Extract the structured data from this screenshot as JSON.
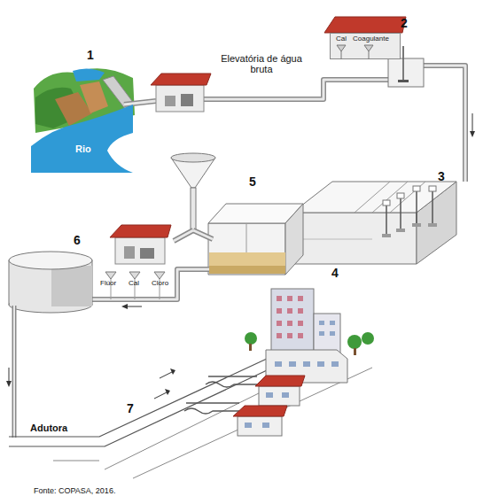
{
  "diagram": {
    "caption": "Fonte: COPASA, 2016.",
    "nodes": [
      {
        "text": [
          "Rio"
        ]
      },
      {
        "text": [
          "Cal",
          "Coagulante"
        ]
      }
    ],
    "labels": [
      "1",
      "Elevatória de água bruta",
      "2",
      "3",
      "5",
      "4",
      "6",
      "Flúor",
      "Cal",
      "Cloro",
      "7",
      "Adutora"
    ]
  }
}
